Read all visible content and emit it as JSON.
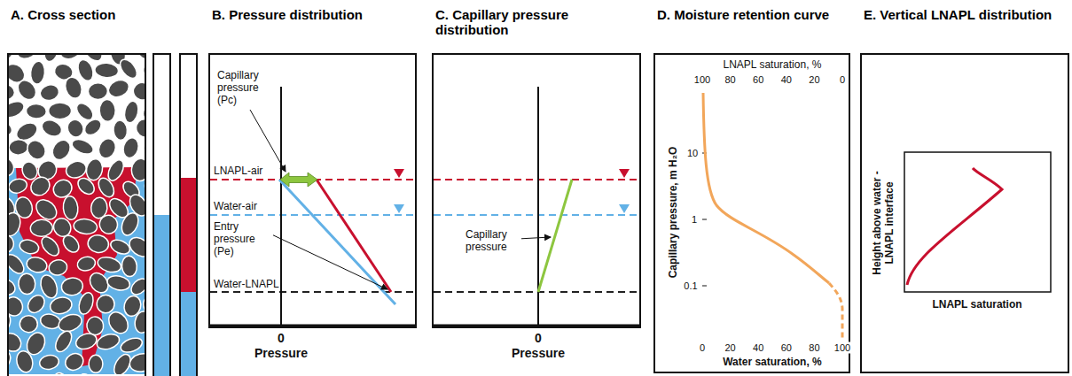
{
  "diagram": {
    "nodes": [
      {
        "text": [
          "A. Cross section"
        ]
      },
      {
        "text": [
          "B. Pressure distribution"
        ]
      },
      {
        "text": [
          "C. Capillary pressure distribution"
        ]
      },
      {
        "text": [
          "D. Moisture retention curve"
        ]
      },
      {
        "text": [
          "E. Vertical LNAPL distribution"
        ]
      }
    ],
    "labels": [
      "Capillary pressure (Pc)",
      "LNAPL-air",
      "Water-air",
      "Entry pressure (Pe)",
      "Water-LNAPL",
      "0",
      "Pressure",
      "Capillary pressure",
      "0",
      "Pressure",
      "LNAPL saturation, %",
      "100",
      "80",
      "60",
      "40",
      "20",
      "0",
      "Capillary pressure, m H₂O",
      "10",
      "1",
      "0.1",
      "0",
      "20",
      "40",
      "60",
      "80",
      "100",
      "Water saturation, %",
      "Height above water - LNAPL interface",
      "LNAPL saturation"
    ]
  }
}
